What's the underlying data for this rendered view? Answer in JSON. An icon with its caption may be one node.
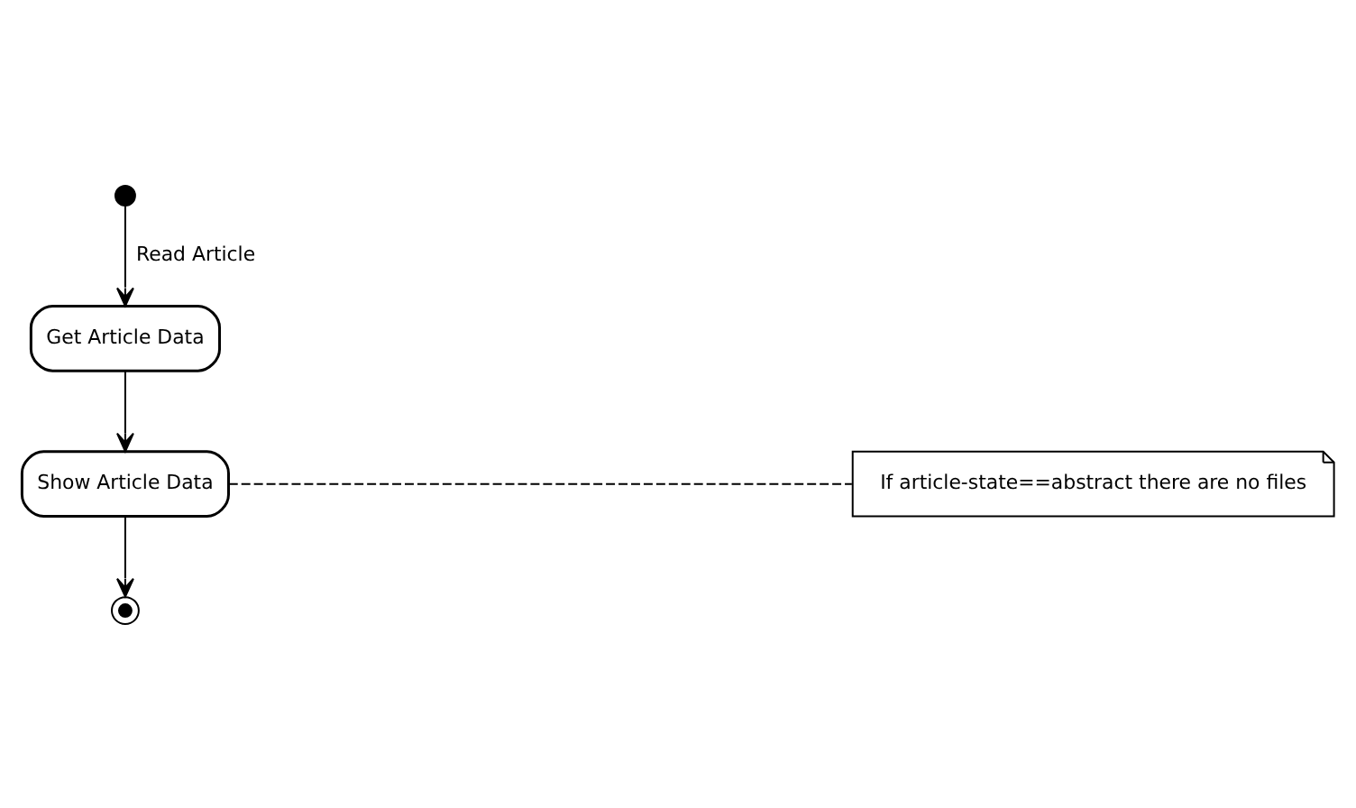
{
  "diagram": {
    "nodes": [
      {
        "text": [],
        "shape": "circle"
      },
      {
        "text": [
          "Get Article Data"
        ]
      },
      {
        "text": [
          "Show Article Data"
        ]
      },
      {
        "text": [],
        "shape": "bullseye"
      },
      {
        "text": [
          "If article-state==abstract there are no files"
        ]
      }
    ],
    "edges": [
      {
        "from": 0,
        "to": 1,
        "arrow": "to",
        "label": "Read Article"
      },
      {
        "from": 1,
        "to": 2,
        "arrow": "to"
      },
      {
        "from": 2,
        "to": 3,
        "arrow": "to"
      },
      {
        "from": 2,
        "to": 4,
        "arrow": "none",
        "style": "dashed"
      }
    ]
  }
}
